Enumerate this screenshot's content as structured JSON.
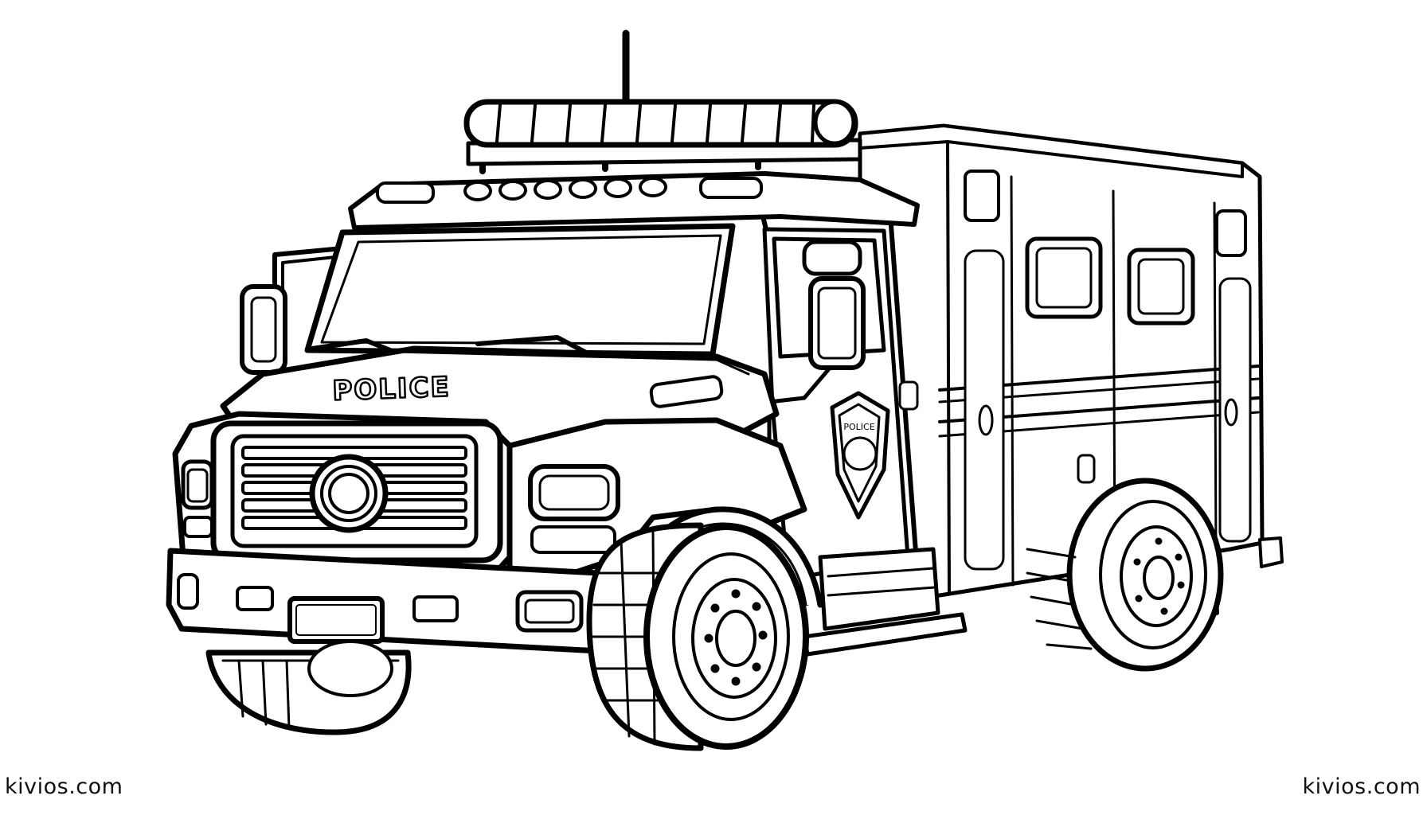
{
  "watermark": {
    "left_text": "kivios.com",
    "right_text": "kivios.com"
  },
  "vehicle": {
    "hood_label": "POLICE",
    "badge_text": "POLICE",
    "type": "police truck coloring page"
  },
  "colors": {
    "line": "#000000",
    "fill": "#ffffff"
  }
}
